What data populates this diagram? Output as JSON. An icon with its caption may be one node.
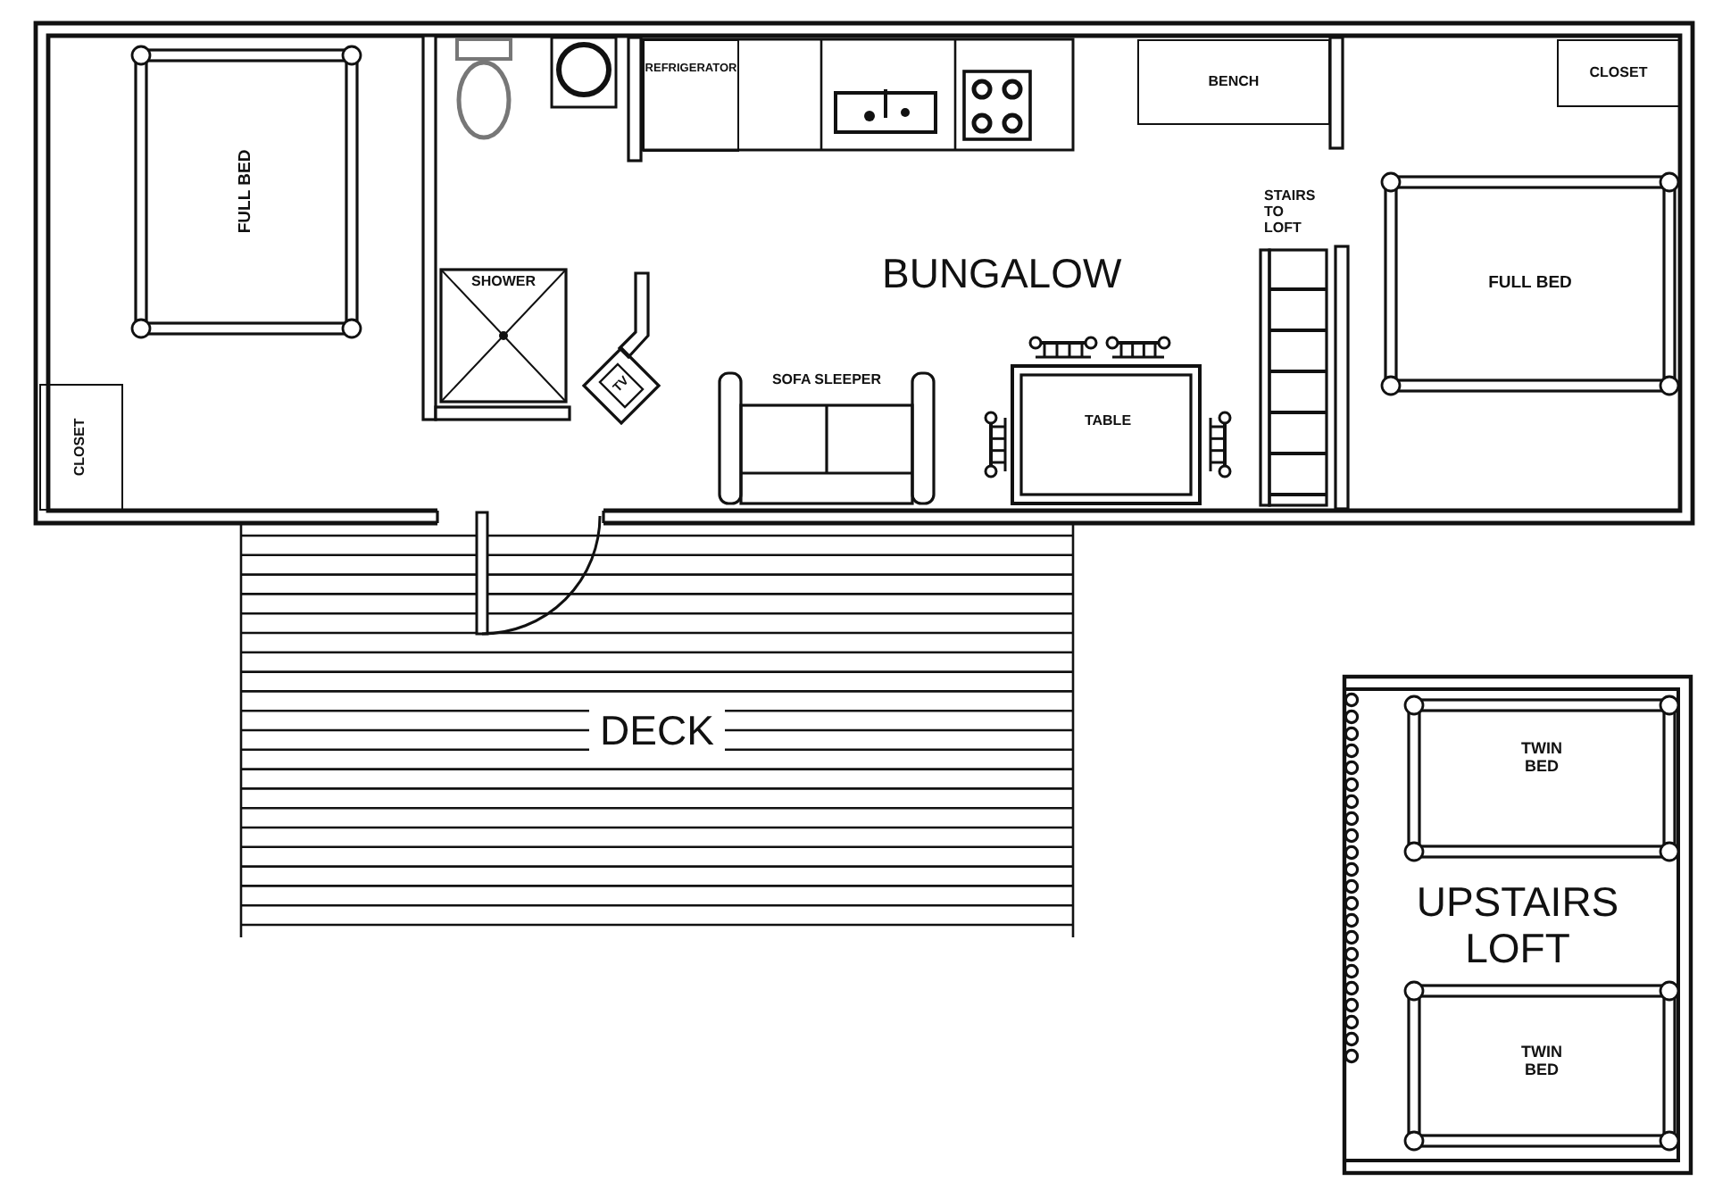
{
  "diagram": {
    "nodes": [
      {
        "text": [
          "BUNGALOW"
        ]
      },
      {
        "text": [
          "FULL BED"
        ],
        "in": 0
      },
      {
        "text": [
          "CLOSET"
        ],
        "in": 0
      },
      {
        "text": [
          "REFRIGERATOR"
        ],
        "in": 0
      },
      {
        "text": [
          "BENCH"
        ],
        "in": 0
      },
      {
        "text": [
          "CLOSET"
        ],
        "in": 0
      },
      {
        "text": [
          "SHOWER"
        ],
        "in": 0
      },
      {
        "text": [
          "STAIRS TO LOFT"
        ],
        "in": 0
      },
      {
        "text": [
          "FULL BED"
        ],
        "in": 0
      },
      {
        "text": [
          "TV"
        ],
        "in": 0
      },
      {
        "text": [
          "SOFA SLEEPER"
        ],
        "in": 0
      },
      {
        "text": [
          "TABLE"
        ],
        "in": 0
      },
      {
        "text": [
          "DECK"
        ]
      },
      {
        "text": [
          "UPSTAIRS LOFT"
        ]
      },
      {
        "text": [
          "TWIN BED"
        ],
        "in": 13
      },
      {
        "text": [
          "TWIN BED"
        ],
        "in": 13
      }
    ],
    "edges": []
  }
}
